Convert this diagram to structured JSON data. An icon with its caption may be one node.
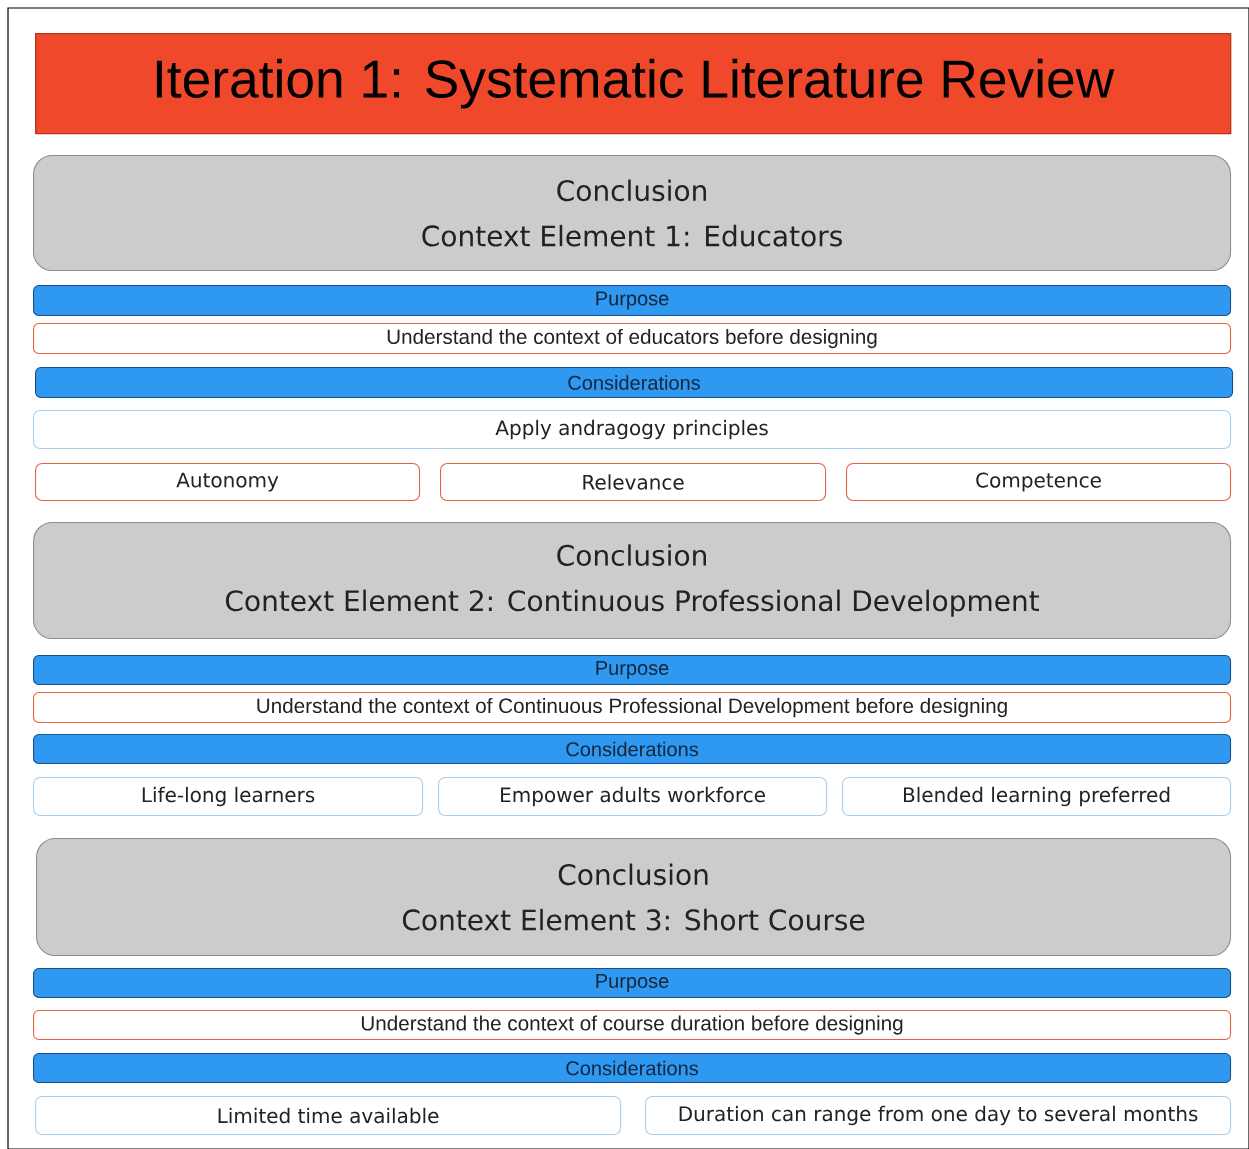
{
  "diagram": {
    "nodes": [
      {
        "text": [
          "Iteration 1: Systematic Literature Review"
        ]
      },
      {
        "text": [
          "Conclusion",
          "Context Element 1: Educators"
        ]
      },
      {
        "text": [
          "Purpose"
        ]
      },
      {
        "text": [
          "Understand the context of educators before designing"
        ]
      },
      {
        "text": [
          "Considerations"
        ]
      },
      {
        "text": [
          "Apply andragogy principles"
        ]
      },
      {
        "text": [
          "Autonomy"
        ]
      },
      {
        "text": [
          "Relevance"
        ]
      },
      {
        "text": [
          "Competence"
        ]
      },
      {
        "text": [
          "Conclusion",
          "Context Element 2: Continuous Professional Development"
        ]
      },
      {
        "text": [
          "Purpose"
        ]
      },
      {
        "text": [
          "Understand the context of Continuous Professional Development before designing"
        ]
      },
      {
        "text": [
          "Considerations"
        ]
      },
      {
        "text": [
          "Life-long learners"
        ]
      },
      {
        "text": [
          "Empower adults workforce"
        ]
      },
      {
        "text": [
          "Blended learning preferred"
        ]
      },
      {
        "text": [
          "Conclusion",
          "Context Element 3: Short Course"
        ]
      },
      {
        "text": [
          "Purpose"
        ]
      },
      {
        "text": [
          "Understand the context of course duration before designing"
        ]
      },
      {
        "text": [
          "Considerations"
        ]
      },
      {
        "text": [
          "Limited time available"
        ]
      },
      {
        "text": [
          "Duration can range from one day to several months"
        ]
      }
    ]
  }
}
